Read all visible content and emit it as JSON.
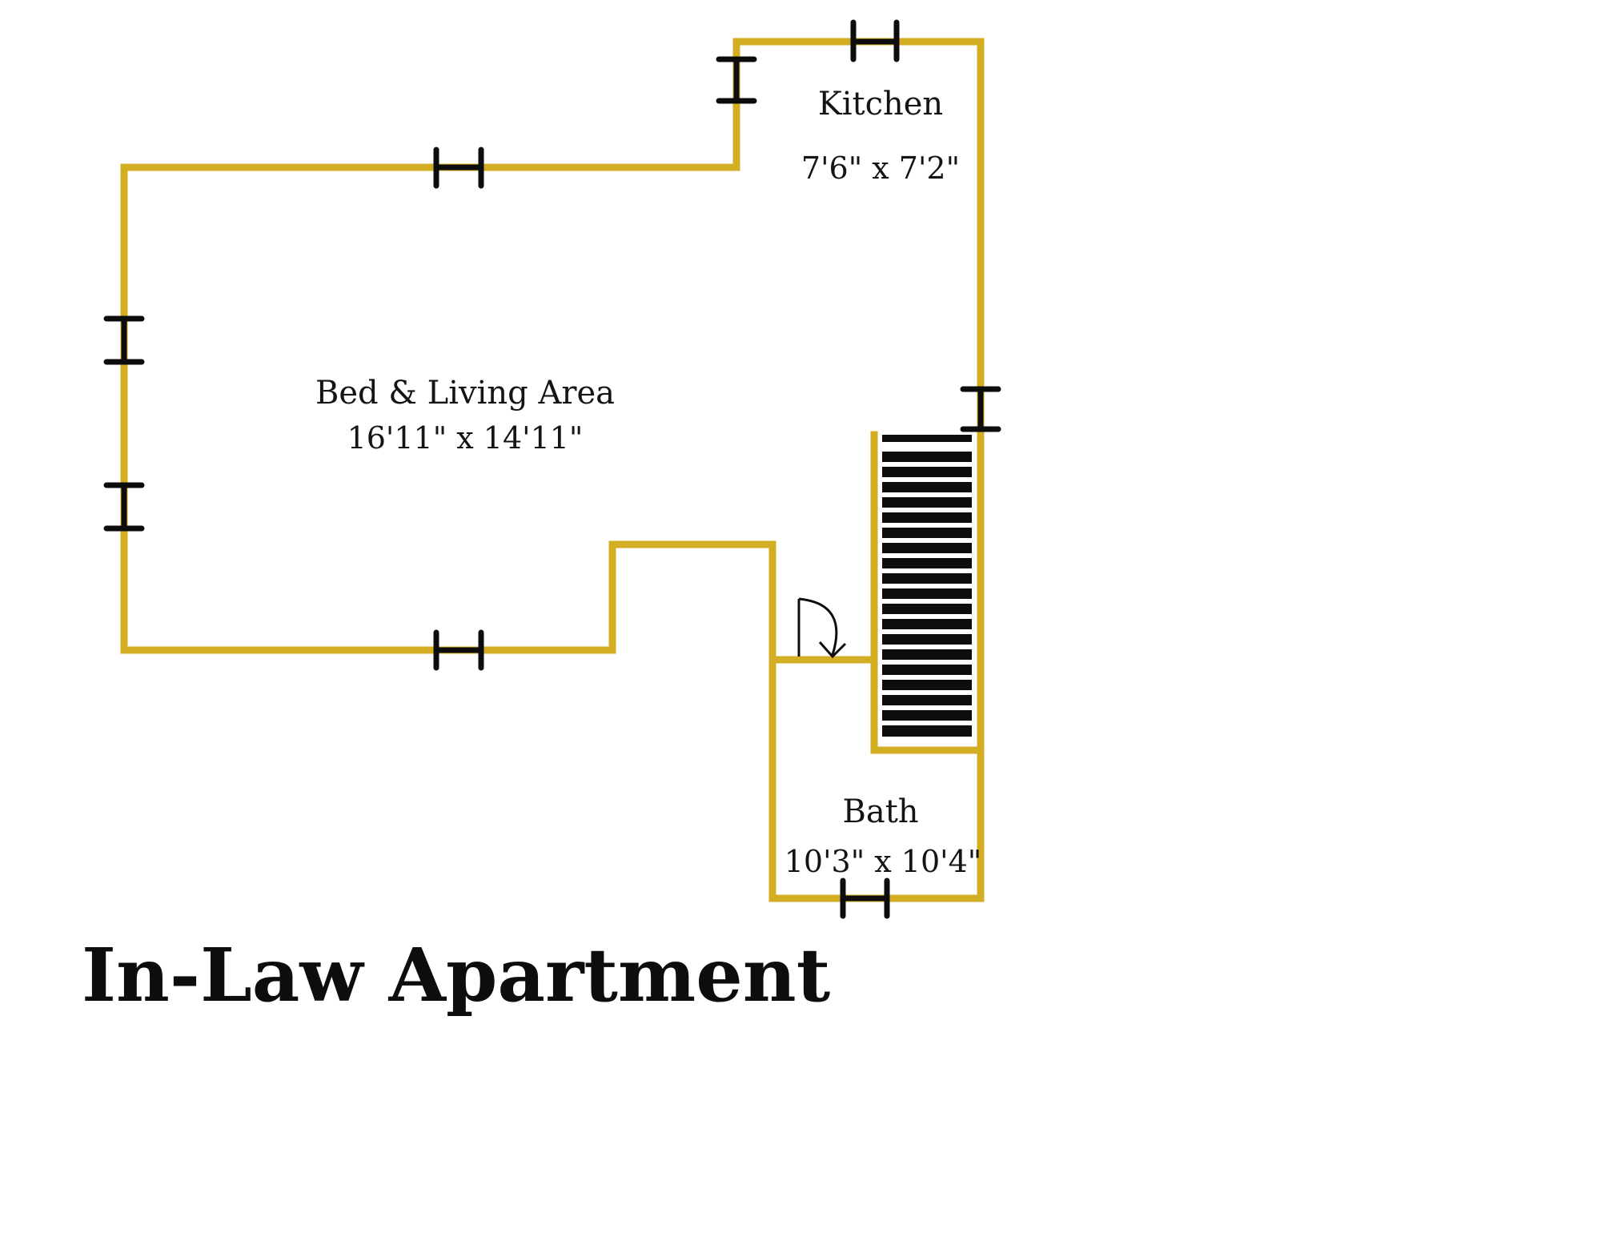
{
  "title": "In-Law Apartment",
  "colors": {
    "wall": "#d4ae22",
    "fixture": "#0d0d0d",
    "background": "#ffffff"
  },
  "rooms": [
    {
      "name": "Kitchen",
      "dimensions": "7'6\" x 7'2\""
    },
    {
      "name": "Bed & Living Area",
      "dimensions": "16'11\" x 14'11\""
    },
    {
      "name": "Bath",
      "dimensions": "10'3\" x 10'4\""
    }
  ],
  "icons": [
    "window-marker-icon",
    "door-swing-icon",
    "staircase-icon"
  ]
}
